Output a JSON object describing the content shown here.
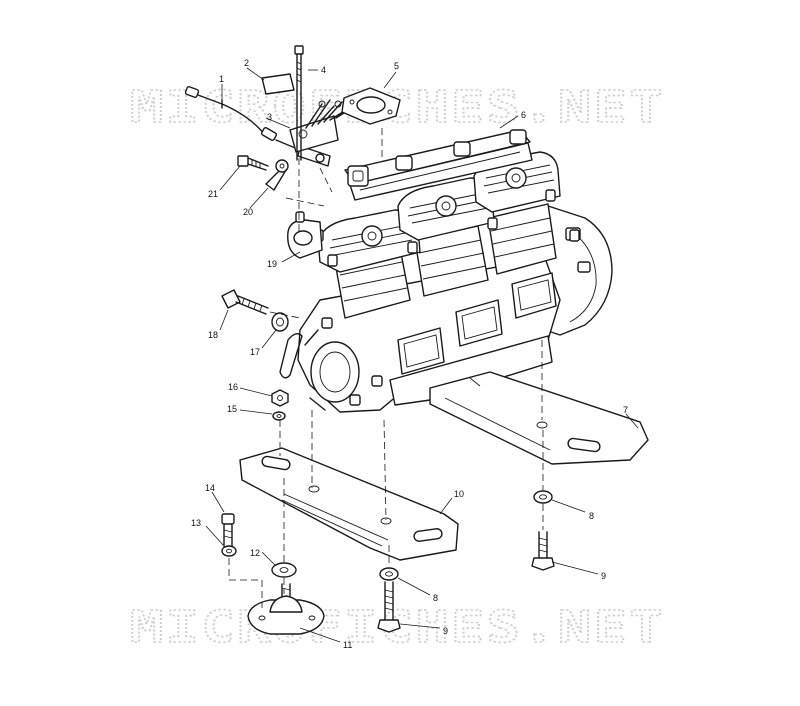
{
  "watermark": {
    "text": "MICROFICHES.NET"
  },
  "callouts": [
    {
      "id": "c1",
      "label": "1"
    },
    {
      "id": "c2",
      "label": "2"
    },
    {
      "id": "c3",
      "label": "3"
    },
    {
      "id": "c4",
      "label": "4"
    },
    {
      "id": "c5",
      "label": "5"
    },
    {
      "id": "c6",
      "label": "6"
    },
    {
      "id": "c7",
      "label": "7"
    },
    {
      "id": "c8a",
      "label": "8"
    },
    {
      "id": "c8b",
      "label": "8"
    },
    {
      "id": "c9a",
      "label": "9"
    },
    {
      "id": "c9b",
      "label": "9"
    },
    {
      "id": "c10",
      "label": "10"
    },
    {
      "id": "c11",
      "label": "11"
    },
    {
      "id": "c12",
      "label": "12"
    },
    {
      "id": "c13",
      "label": "13"
    },
    {
      "id": "c14",
      "label": "14"
    },
    {
      "id": "c15",
      "label": "15"
    },
    {
      "id": "c16",
      "label": "16"
    },
    {
      "id": "c17",
      "label": "17"
    },
    {
      "id": "c18",
      "label": "18"
    },
    {
      "id": "c19",
      "label": "19"
    },
    {
      "id": "c20",
      "label": "20"
    },
    {
      "id": "c21",
      "label": "21"
    }
  ]
}
